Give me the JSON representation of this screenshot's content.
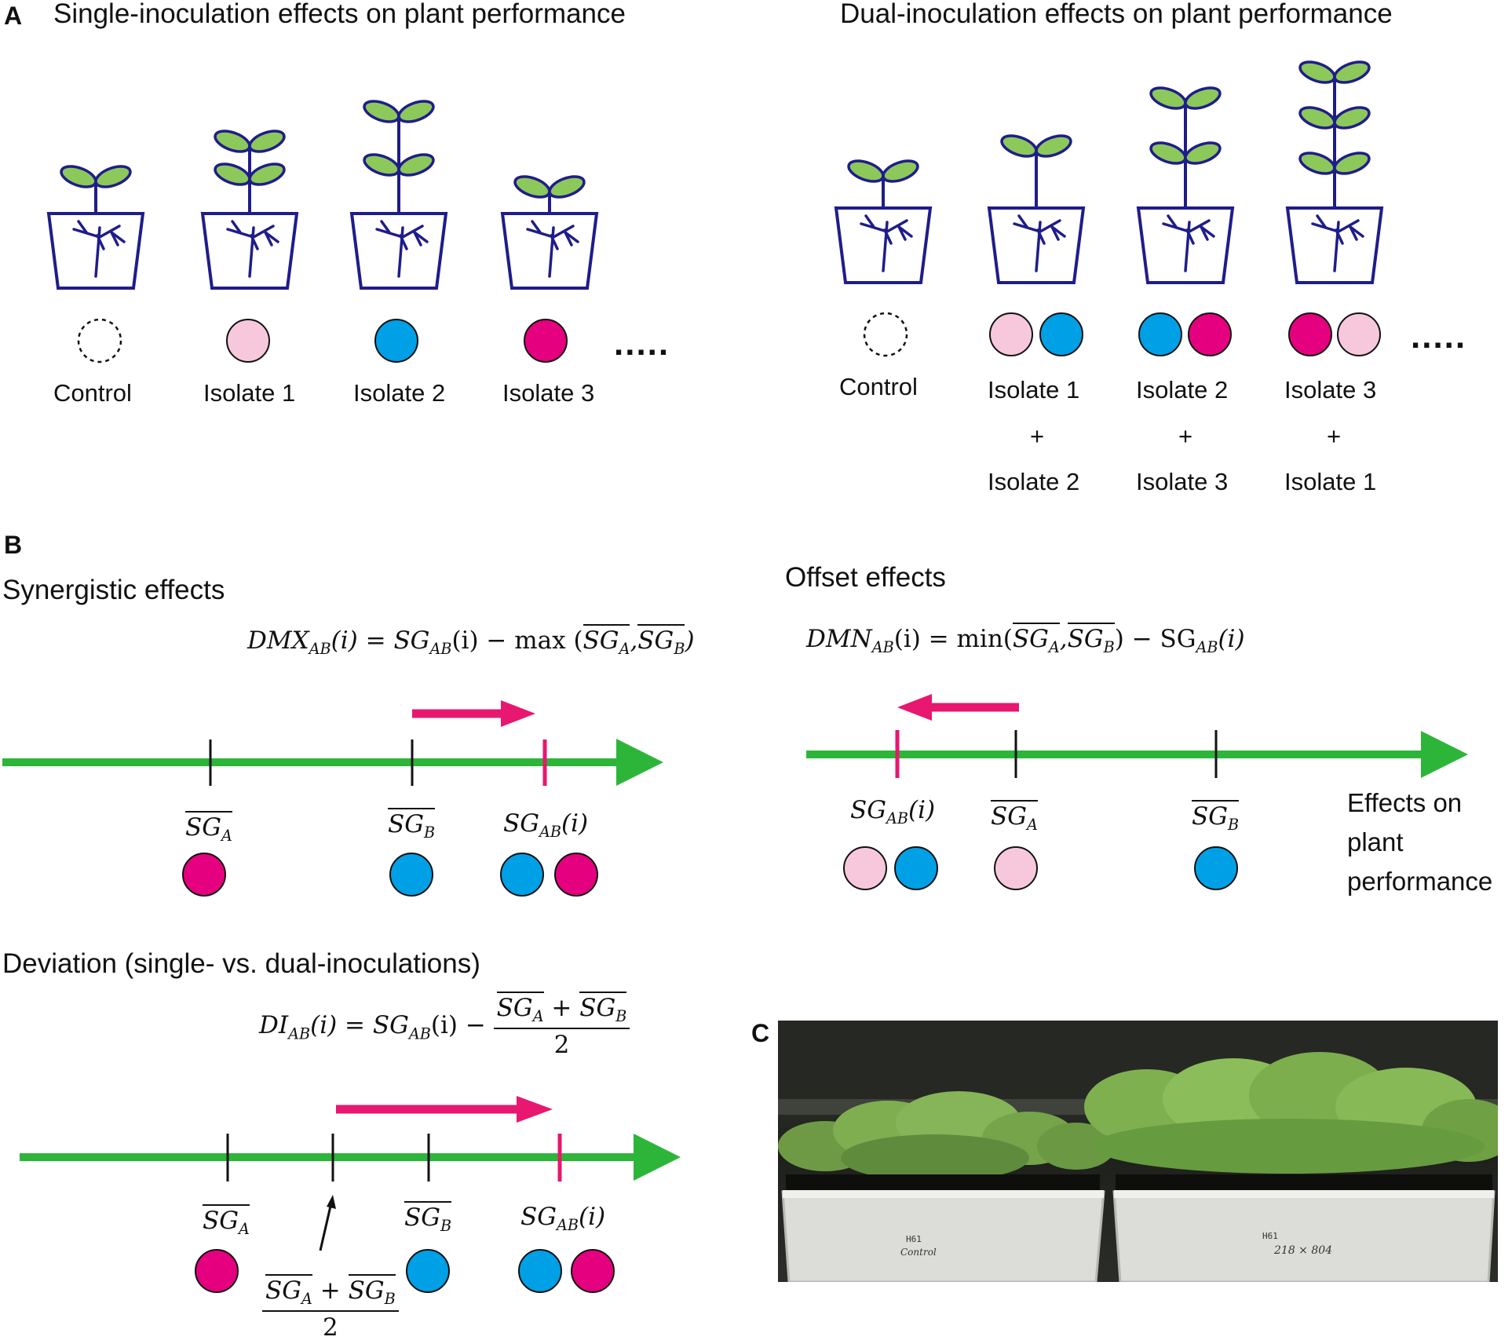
{
  "colors": {
    "plant_outline": "#1f1d8a",
    "leaf_fill": "#8cc85a",
    "axis_green": "#2db53a",
    "pink_arrow": "#e8176f",
    "isolate1_light_pink": "#f7c8dc",
    "isolate2_blue": "#00a0e6",
    "isolate3_magenta": "#e5007f"
  },
  "panel_a": {
    "letter": "A",
    "single": {
      "title": "Single-inoculation effects on plant performance",
      "labels": [
        "Control",
        "Isolate 1",
        "Isolate 2",
        "Isolate 3"
      ],
      "ellipsis": "....."
    },
    "dual": {
      "title": "Dual-inoculation effects on plant performance",
      "control_label": "Control",
      "combos": [
        {
          "first": "Isolate 1",
          "plus": "+",
          "second": "Isolate 2"
        },
        {
          "first": "Isolate 2",
          "plus": "+",
          "second": "Isolate 3"
        },
        {
          "first": "Isolate 3",
          "plus": "+",
          "second": "Isolate 1"
        }
      ],
      "ellipsis": "....."
    }
  },
  "panel_b": {
    "letter": "B",
    "synergistic": {
      "title": "Synergistic effects",
      "formula_lhs": "DMX",
      "formula_sub": "AB",
      "formula_mid": "(i) = SG",
      "formula_op": "(i) − max (",
      "formula_a": "SG",
      "formula_b": "SG",
      "tick_a": "SG",
      "tick_b": "SG",
      "tick_ab": "SG",
      "sub_a": "A",
      "sub_b": "B",
      "sub_ab": "AB",
      "arg": "(i)"
    },
    "offset": {
      "title": "Offset effects",
      "formula_lhs": "DMN",
      "formula_sub": "AB",
      "formula_mid": "(i) = min(",
      "formula_tail": ") − SG",
      "axis_label_1": "Effects on",
      "axis_label_2": "plant",
      "axis_label_3": "performance"
    },
    "deviation": {
      "title": "Deviation (single- vs. dual-inoculations)",
      "formula_lhs": "DI",
      "formula_sub": "AB",
      "formula_mid": "(i) = SG",
      "formula_op": "(i) −",
      "plus": "+",
      "denominator": "2"
    }
  },
  "panel_c": {
    "letter": "C",
    "tray_left_label_1": "H61",
    "tray_left_label_2": "Control",
    "tray_right_label_1": "H61",
    "tray_right_label_2": "218 × 804"
  }
}
